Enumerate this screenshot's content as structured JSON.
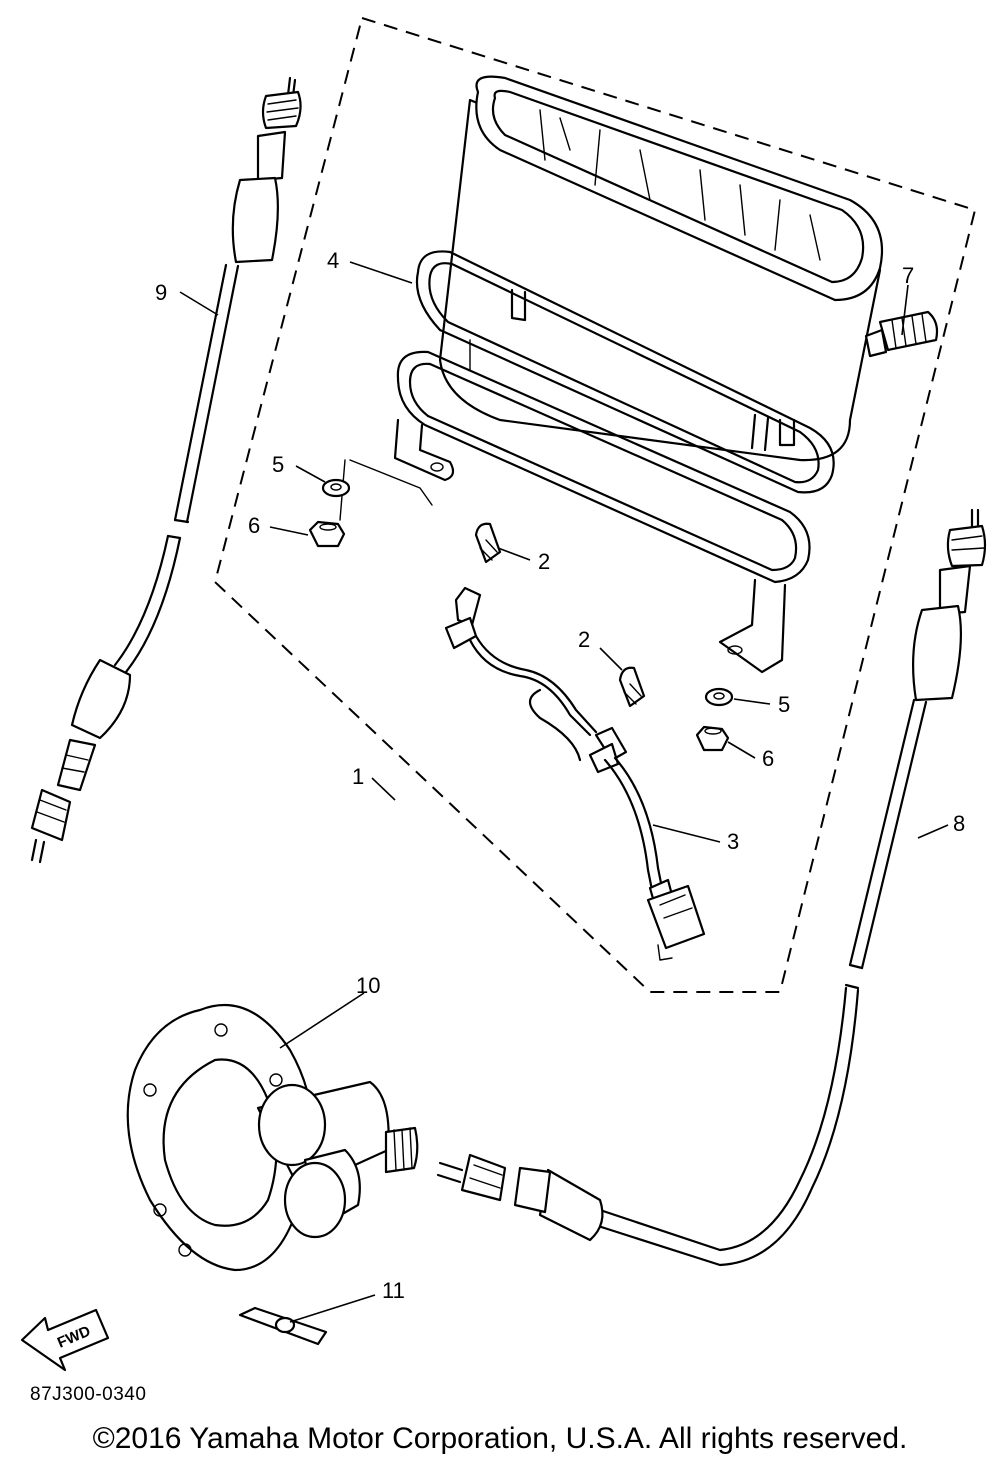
{
  "diagram": {
    "callouts": {
      "c1": "1",
      "c2a": "2",
      "c2b": "2",
      "c3": "3",
      "c4": "4",
      "c5a": "5",
      "c5b": "5",
      "c6a": "6",
      "c6b": "6",
      "c7": "7",
      "c8": "8",
      "c9": "9",
      "c10": "10",
      "c11": "11"
    },
    "fwd_label": "FWD"
  },
  "footer": {
    "doc_code": "87J300-0340",
    "copyright": "©2016 Yamaha Motor Corporation, U.S.A. All rights reserved."
  }
}
